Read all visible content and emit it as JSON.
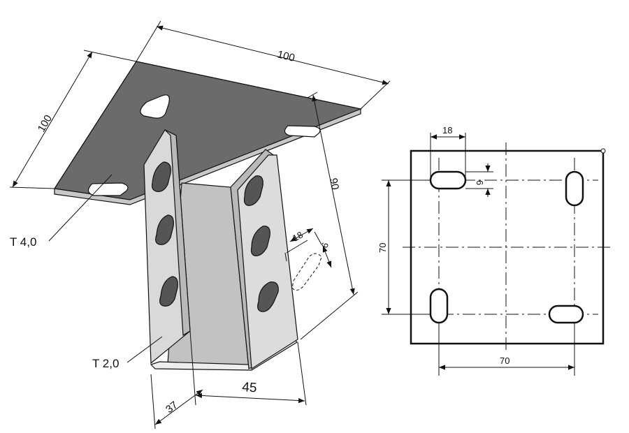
{
  "iso_view": {
    "plate_width_label": "100",
    "plate_depth_label": "100",
    "channel_height_label": "90",
    "channel_width_label": "45",
    "channel_depth_label": "37",
    "slot_length_label": "18",
    "slot_width_label": "6",
    "plate_thickness_callout": "T 4,0",
    "channel_thickness_callout": "T 2,0"
  },
  "plan_view": {
    "slot_length_label": "18",
    "slot_width_label": "6",
    "hole_spacing_vertical_label": "70",
    "hole_spacing_horizontal_label": "70"
  },
  "colors": {
    "plate_top": "#6b6b6b",
    "plate_edge": "#c7c7c7",
    "channel_face": "#d6d6d6",
    "channel_inner": "#c2c2c2",
    "line": "#111111"
  }
}
